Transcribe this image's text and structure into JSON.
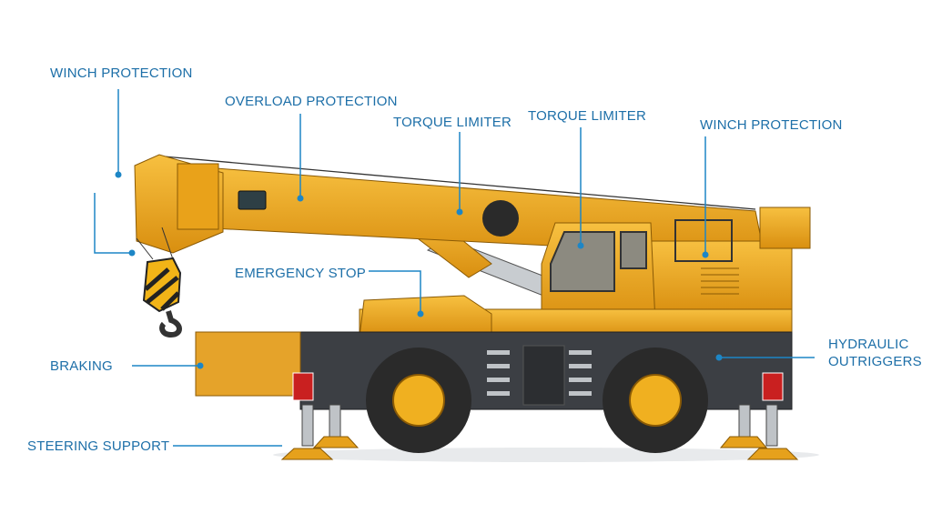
{
  "colors": {
    "label": "#1d6fa8",
    "crane_yellow": "#f0a81c",
    "chassis": "#3c3f44",
    "tire": "#2a2a2a"
  },
  "labels": {
    "winch_protection_left": "WINCH PROTECTION",
    "overload_protection": "OVERLOAD PROTECTION",
    "torque_limiter_1": "TORQUE LIMITER",
    "torque_limiter_2": "TORQUE LIMITER",
    "winch_protection_right": "WINCH PROTECTION",
    "emergency_stop": "EMERGENCY STOP",
    "braking": "BRAKING",
    "hydraulic_outriggers_line1": "HYDRAULIC",
    "hydraulic_outriggers_line2": "OUTRIGGERS",
    "steering_support": "STEERING SUPPORT"
  }
}
